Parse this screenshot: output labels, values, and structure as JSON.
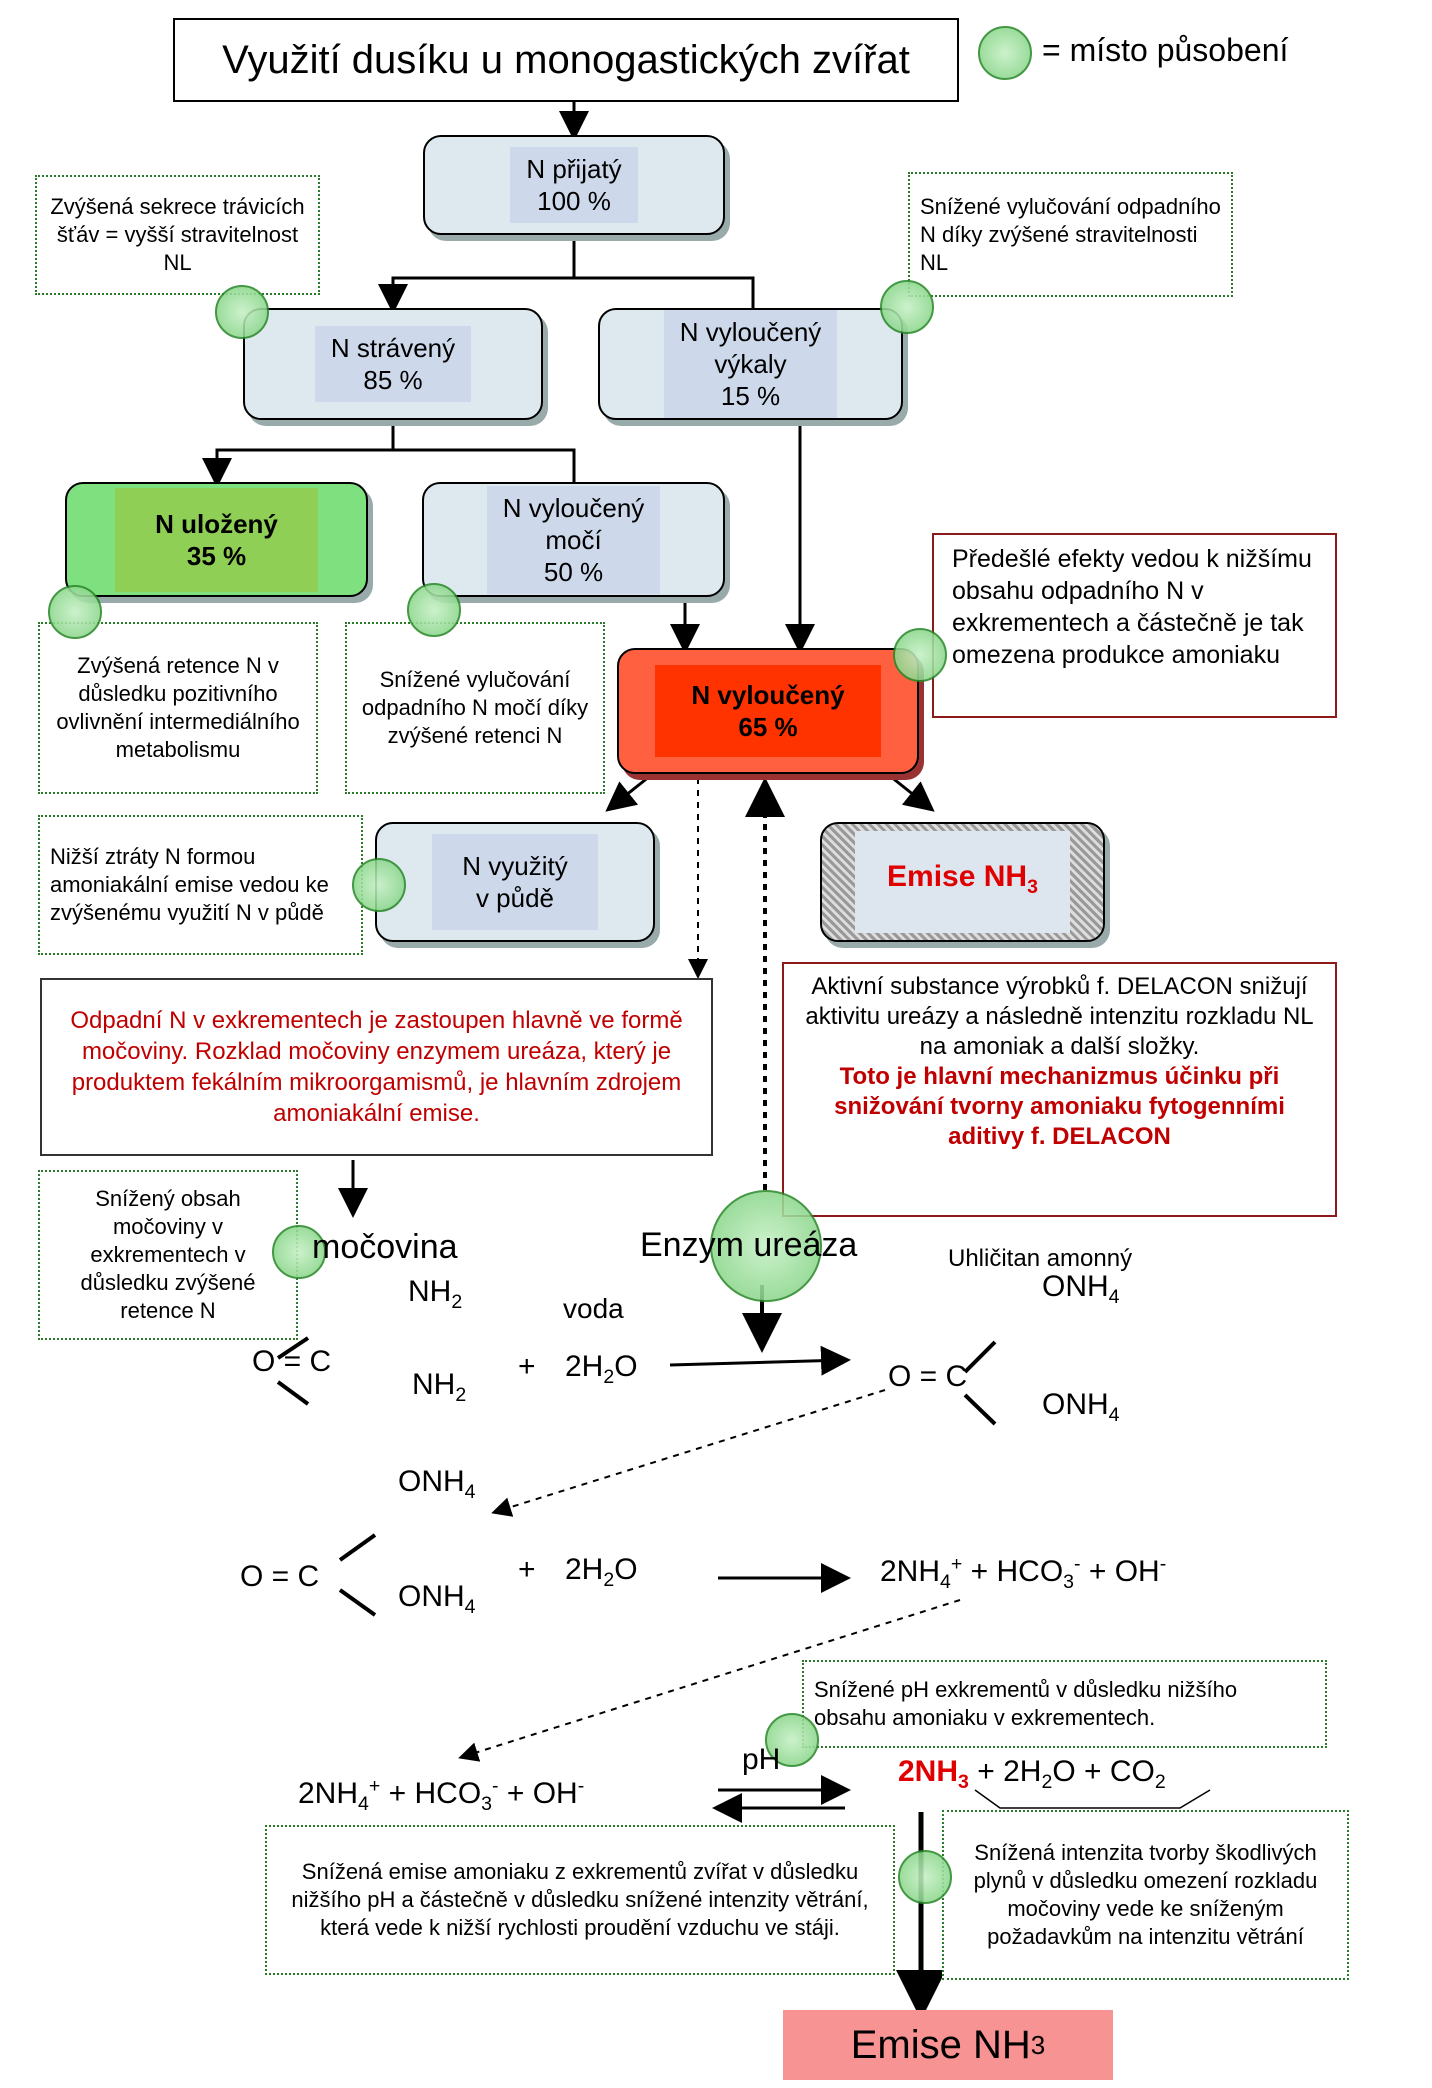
{
  "title": "Využití dusíku u monogastických zvířat",
  "legend": {
    "label": "= místo působení"
  },
  "nodes": {
    "intake": {
      "line1": "N přijatý",
      "line2": "100 %"
    },
    "digested": {
      "line1": "N strávený",
      "line2": "85 %"
    },
    "feces": {
      "line1": "N vyloučený",
      "line2": "výkaly",
      "line3": "15 %"
    },
    "retained": {
      "line1": "N uložený",
      "line2": "35 %"
    },
    "urine": {
      "line1": "N vyloučený",
      "line2": "močí",
      "line3": "50 %"
    },
    "excreted": {
      "line1": "N vyloučený",
      "line2": "65 %"
    },
    "soil": {
      "line1": "N využitý",
      "line2": "v půdě"
    },
    "emission": {
      "text": "Emise NH",
      "sub": "3"
    }
  },
  "notes": {
    "secretion": "Zvýšená sekrece trávicích šťáv = vyšší stravitelnost NL",
    "reduced_fecal": "Snížené vylučování odpadního N díky zvýšené stravitelnosti NL",
    "retention": "Zvýšená retence N v důsledku pozitivního ovlivnění intermediálního metabolismu",
    "reduced_urine": "Snížené vylučování odpadního N močí díky zvýšené retenci N",
    "soil_use": "Nižší ztráty N formou amoniakální emise vedou ke zvýšenému využití N v půdě",
    "urea_content": "Snížený obsah močoviny v exkrementech v důsledku zvýšené retence N",
    "ph_note": "Snížené pH exkrementů v důsledku nižšího obsahu amoniaku v exkrementech.",
    "emission_reduction": "Snížená emise amoniaku z exkrementů zvířat v důsledku nižšího pH a částečně v důsledku snížené intenzity větrání, která vede k nižší rychlosti proudění vzduchu ve stáji.",
    "gas_reduction": "Snížená intenzita tvorby škodlivých plynů v důsledku omezení rozkladu močoviny vede ke sníženým požadavkům na intenzitu větrání"
  },
  "boxes": {
    "previous_effects": "Předešlé efekty vedou k nižšímu obsahu odpadního N v exkrementech a částečně je tak omezena produkce amoniaku",
    "urea_source": "Odpadní N v exkrementech je zastoupen hlavně ve formě močoviny. Rozklad močoviny enzymem ureáza, který je produktem fekálním mikroorgamismů, je hlavním zdrojem amoniakální emise.",
    "delacon_normal": "Aktivní substance výrobků f. DELACON snižují aktivitu ureázy a následně intenzitu rozkladu NL na amoniak a další složky.",
    "delacon_bold": "Toto je hlavní mechanizmus účinku při snižování tvorny amoniaku fytogenními aditivy f. DELACON"
  },
  "chemistry": {
    "mocovina": "močovina",
    "enzyme": "Enzym ureáza",
    "carbonate": "Uhličitan amonný",
    "voda": "voda",
    "o_eq_c": "O = C",
    "plus": "+",
    "nh": "NH",
    "onh": "ONH",
    "h2o_a": "2H",
    "h2o_b": "O",
    "two_nh": "2NH",
    "hco": "HCO",
    "oh": "+ OH",
    "ph": "pH",
    "co2_part": "2H",
    "co2_rest": "O + CO",
    "sub2": "2",
    "sub3": "3",
    "sub4": "4",
    "sup_plus": "+",
    "sup_minus": "-"
  },
  "footer": {
    "text": "Emise NH",
    "sub": "3"
  },
  "colors": {
    "accent_red": "#e00000",
    "marker_green": "#8fd88f",
    "node_blue": "#dde9ee"
  }
}
